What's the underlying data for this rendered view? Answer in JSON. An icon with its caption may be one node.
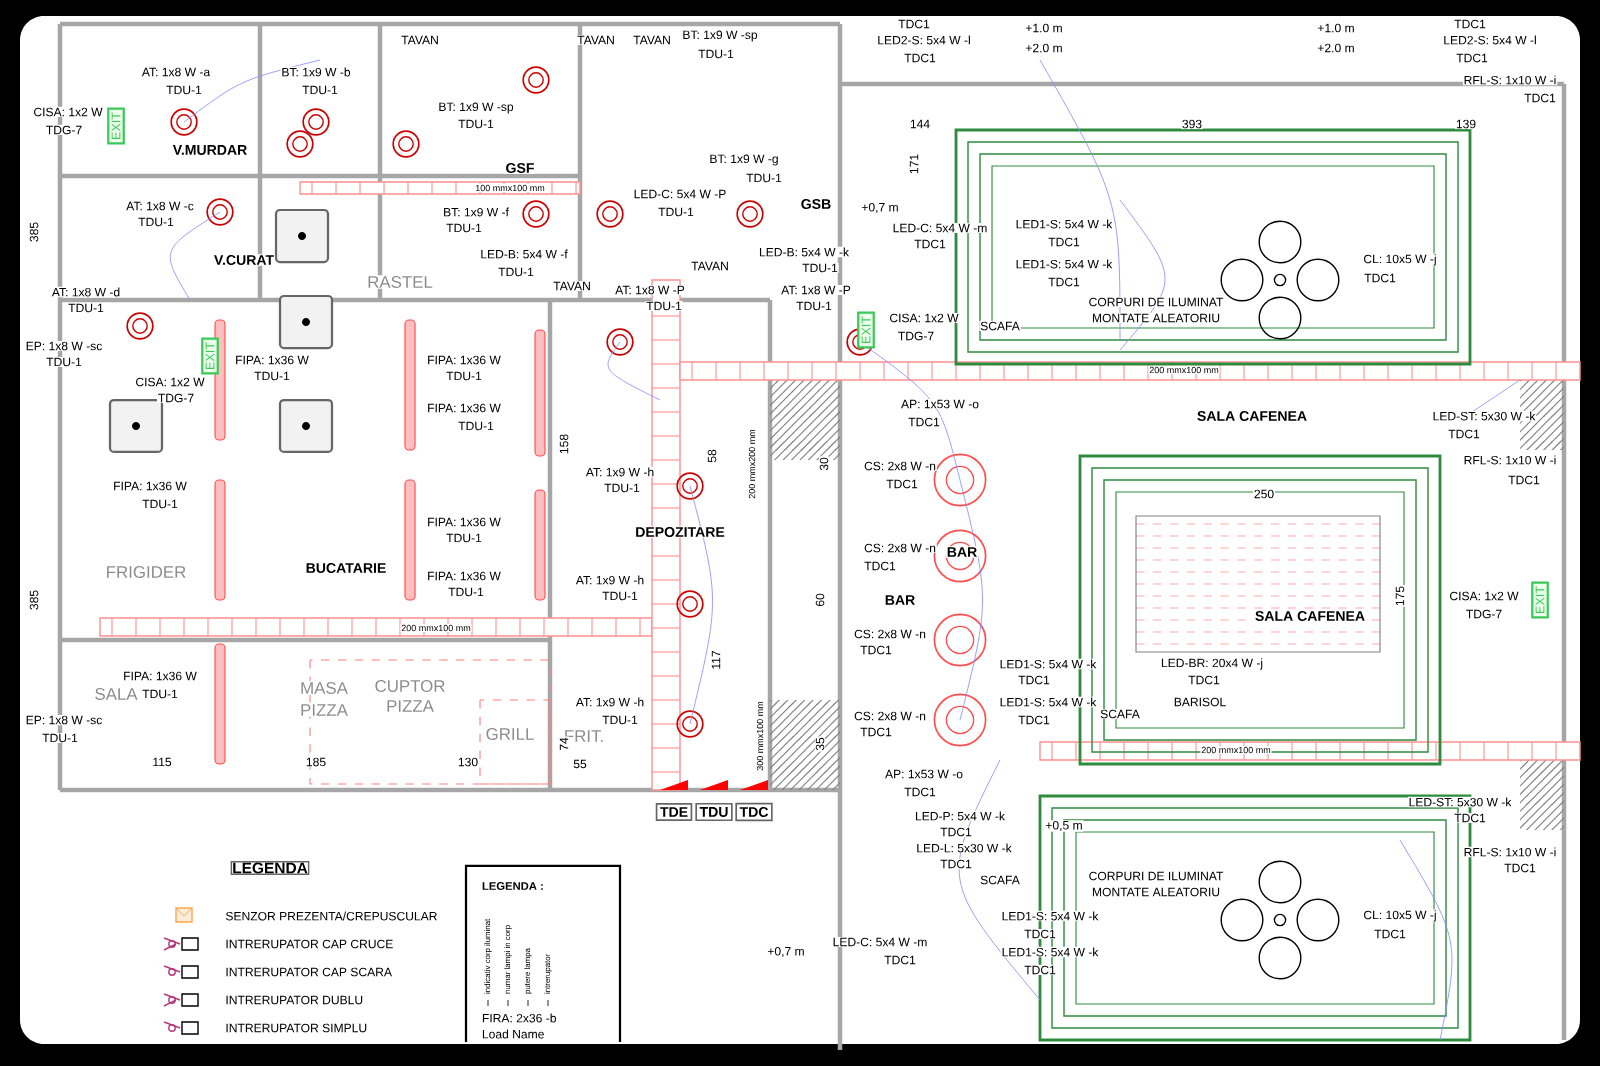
{
  "diagram": {
    "nodes": [
      {
        "text": [
          "EXIT"
        ]
      },
      {
        "text": [
          "EXIT"
        ]
      },
      {
        "text": [
          "EXIT"
        ]
      },
      {
        "text": [
          "EXIT"
        ]
      },
      {
        "text": [
          "TDE"
        ]
      },
      {
        "text": [
          "TDU"
        ]
      },
      {
        "text": [
          "TDC"
        ]
      },
      {
        "text": [
          "LEGENDA :",
          "indicativ corp iluminat",
          "numar lampi in corp",
          "putere lampa",
          "intrerupator",
          "FIRA: 2x36 -b",
          "Load Name"
        ]
      }
    ],
    "labels": [
      "TAVAN",
      "TAVAN",
      "TAVAN",
      "BT: 1x9 W -sp",
      "TDU-1",
      "TDC1",
      "LED2-S: 5x4 W -l",
      "TDC1",
      "+1.0 m",
      "+2.0 m",
      "+1.0 m",
      "+2.0 m",
      "TDC1",
      "LED2-S: 5x4 W -l",
      "TDC1",
      "AT: 1x8 W -a",
      "TDU-1",
      "BT: 1x9 W -b",
      "TDU-1",
      "RFL-S: 1x10 W -i",
      "TDC1",
      "CISA: 1x2 W",
      "TDG-7",
      "BT: 1x9 W -sp",
      "TDU-1",
      "144",
      "393",
      "139",
      "V.MURDAR",
      "BT: 1x9 W -g",
      "TDU-1",
      "171",
      "GSF",
      "100 mmx100 mm",
      "AT: 1x8 W -c",
      "LED-C: 5x4 W -P",
      "GSB",
      "+0,7 m",
      "TDU-1",
      "BT: 1x9 W -f",
      "TDU-1",
      "TDU-1",
      "LED-C: 5x4 W -m",
      "LED1-S: 5x4 W -k",
      "TDC1",
      "TDC1",
      "385",
      "LED-B: 5x4 W -f",
      "TDU-1",
      "LED-B: 5x4 W -k",
      "TDU-1",
      "V.CURAT",
      "CL: 10x5 W -j",
      "TDC1",
      "LED1-S: 5x4 W -k",
      "TDC1",
      "TAVAN",
      "RASTEL",
      "TAVAN",
      "AT: 1x8 W -P",
      "TDU-1",
      "AT: 1x8 W -P",
      "TDU-1",
      "AT: 1x8 W -d",
      "TDU-1",
      "CORPURI DE ILUMINAT",
      "CISA: 1x2 W",
      "MONTATE ALEATORIU",
      "TDG-7",
      "SCAFA",
      "EP: 1x8 W -sc",
      "TDU-1",
      "FIPA: 1x36 W",
      "TDU-1",
      "FIPA: 1x36 W",
      "TDU-1",
      "200 mmx100 mm",
      "CISA: 1x2 W",
      "TDG-7",
      "AP: 1x53 W -o",
      "TDC1",
      "FIPA: 1x36 W",
      "TDU-1",
      "SALA CAFENEA",
      "LED-ST: 5x30 W -k",
      "TDC1",
      "158",
      "58",
      "200 mmx200 mm",
      "30",
      "CS: 2x8 W -n",
      "TDC1",
      "AT: 1x9 W -h",
      "TDU-1",
      "RFL-S: 1x10 W -i",
      "TDC1",
      "FIPA: 1x36 W",
      "TDU-1",
      "250",
      "FIPA: 1x36 W",
      "TDU-1",
      "DEPOZITARE",
      "CS: 2x8 W -n",
      "TDC1",
      "BAR",
      "FRIGIDER",
      "BUCATARIE",
      "FIPA: 1x36 W",
      "TDU-1",
      "AT: 1x9 W -h",
      "TDU-1",
      "385",
      "175",
      "CISA: 1x2 W",
      "TDG-7",
      "BAR",
      "SALA CAFENEA",
      "200 mmx100 mm",
      "CS: 2x8 W -n",
      "TDC1",
      "117",
      "60",
      "LED-BR: 20x4 W -j",
      "TDC1",
      "LED1-S: 5x4 W -k",
      "TDC1",
      "FIPA: 1x36 W",
      "SALA",
      "TDU-1",
      "MASA",
      "PIZZA",
      "CUPTOR",
      "PIZZA",
      "AT: 1x9 W -h",
      "LED1-S: 5x4 W -k",
      "BARISOL",
      "TDU-1",
      "CS: 2x8 W -n",
      "TDC1",
      "SCAFA",
      "TDC1",
      "EP: 1x8 W -sc",
      "TDU-1",
      "GRILL",
      "FRIT.",
      "74",
      "300 mmx100 mm",
      "35",
      "200 mmx100 mm",
      "115",
      "185",
      "130",
      "55",
      "AP: 1x53 W -o",
      "TDC1",
      "LED-ST: 5x30 W -k",
      "LED-P: 5x4 W -k",
      "TDC1",
      "TDC1",
      "+0,5 m",
      "LED-L: 5x30 W -k",
      "RFL-S: 1x10 W -i",
      "LEGENDA",
      "TDC1",
      "TDC1",
      "SCAFA",
      "CORPURI DE ILUMINAT",
      "MONTATE ALEATORIU",
      "LED1-S: 5x4 W -k",
      "TDC1",
      "LED1-S: 5x4 W -k",
      "TDC1",
      "CL: 10x5 W -j",
      "TDC1",
      "LED-C: 5x4 W -m",
      "TDC1",
      "+0,7 m"
    ],
    "legend": [
      {
        "text": "SENZOR PREZENTA/CREPUSCULAR"
      },
      {
        "text": "INTRERUPATOR CAP CRUCE"
      },
      {
        "text": "INTRERUPATOR CAP SCARA"
      },
      {
        "text": "INTRERUPATOR DUBLU"
      },
      {
        "text": "INTRERUPATOR SIMPLU"
      }
    ]
  }
}
